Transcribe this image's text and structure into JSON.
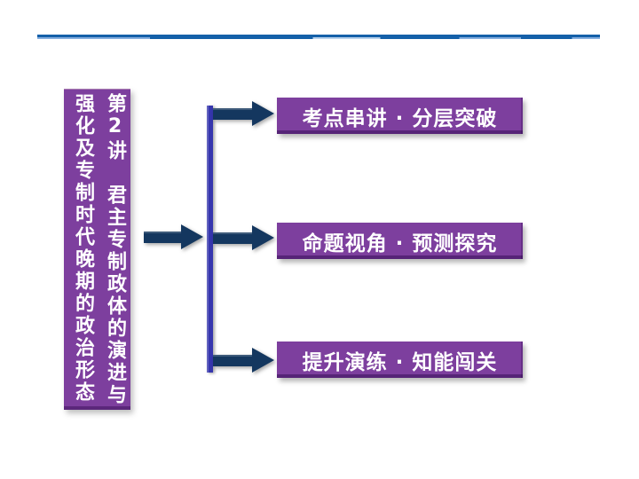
{
  "slide": {
    "title_box": {
      "column_right": "第2讲　君主专制政体的演进与",
      "column_left": "强化及专制时代晚期的政治形态"
    },
    "nav": {
      "buttons": [
        {
          "label": "考点串讲 · 分层突破"
        },
        {
          "label": "命题视角 · 预测探究"
        },
        {
          "label": "提升演练 · 知能闯关"
        }
      ]
    },
    "colors": {
      "button_purple": "#7d3f9e",
      "button_purple_dark": "#5c2b86",
      "arrow_navy": "#14375f",
      "bracket_blue": "#3636ae",
      "rule_blue": "#1460a9",
      "rule_blue_light": "#85aede",
      "text_white": "#ffffff"
    }
  }
}
